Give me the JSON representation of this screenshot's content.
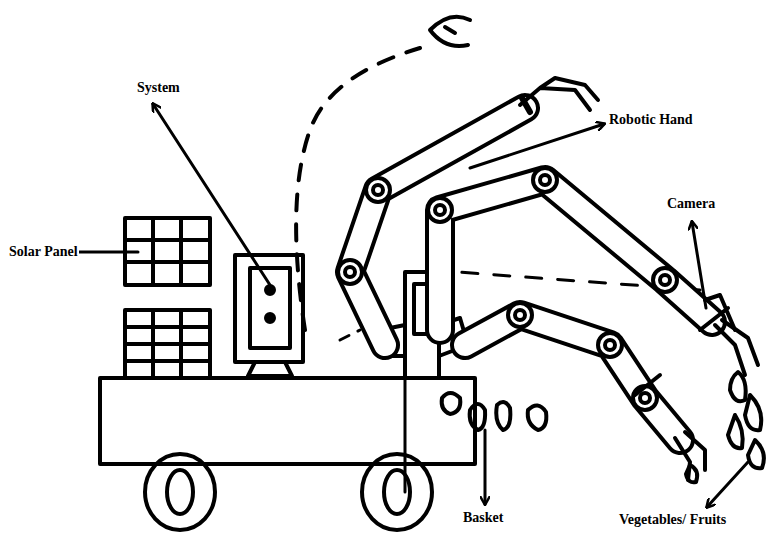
{
  "diagram": {
    "labels": [
      "System",
      "Solar Panel",
      "Robotic Hand",
      "Camera",
      "Basket",
      "Vegetables/ Fruits"
    ]
  }
}
